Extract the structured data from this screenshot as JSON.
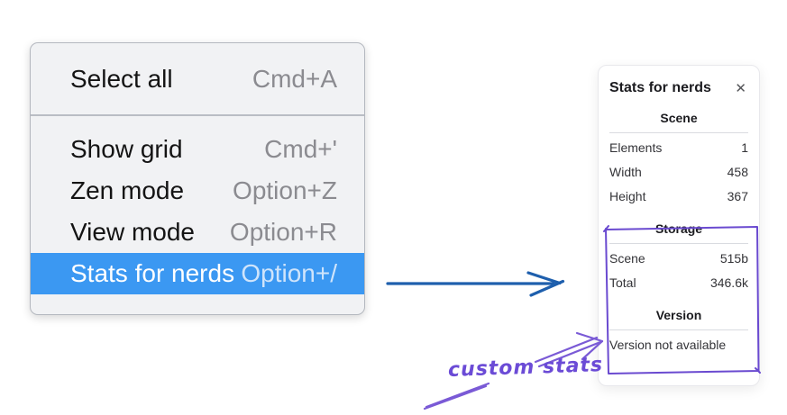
{
  "menu": {
    "sections": [
      {
        "items": [
          {
            "label": "Select all",
            "shortcut": "Cmd+A",
            "highlighted": false
          }
        ]
      },
      {
        "items": [
          {
            "label": "Show grid",
            "shortcut": "Cmd+'",
            "highlighted": false
          },
          {
            "label": "Zen mode",
            "shortcut": "Option+Z",
            "highlighted": false
          },
          {
            "label": "View mode",
            "shortcut": "Option+R",
            "highlighted": false
          },
          {
            "label": "Stats for nerds",
            "shortcut": "Option+/",
            "highlighted": true
          }
        ]
      }
    ]
  },
  "stats_panel": {
    "title": "Stats for nerds",
    "close_icon": "✕",
    "sections": [
      {
        "heading": "Scene",
        "rows": [
          {
            "label": "Elements",
            "value": "1"
          },
          {
            "label": "Width",
            "value": "458"
          },
          {
            "label": "Height",
            "value": "367"
          }
        ]
      },
      {
        "heading": "Storage",
        "rows": [
          {
            "label": "Scene",
            "value": "515b"
          },
          {
            "label": "Total",
            "value": "346.6k"
          }
        ]
      },
      {
        "heading": "Version",
        "note": "Version not available"
      }
    ]
  },
  "annotation": {
    "label": "custom stats"
  },
  "colors": {
    "menu_highlight": "#3b98f2",
    "menu_background": "#f1f2f4",
    "menu_shortcut_gray": "#8b8b90",
    "flow_arrow_blue": "#1e5fad",
    "annotation_purple": "#7a5ad6",
    "sketch_box_purple": "#6a4ad0"
  }
}
